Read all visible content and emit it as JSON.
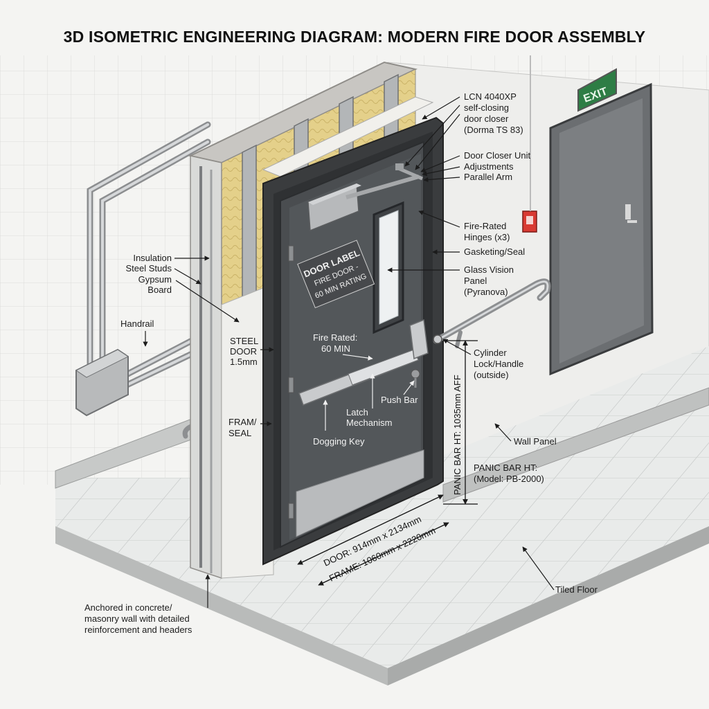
{
  "title": "3D ISOMETRIC ENGINEERING DIAGRAM: MODERN FIRE DOOR ASSEMBLY",
  "exit_sign": "EXIT",
  "door_label": [
    "DOOR LABEL",
    "FIRE DOOR -",
    "60 MIN RATING"
  ],
  "callouts": {
    "closer_model": [
      "LCN 4040XP",
      "self-closing",
      "door closer",
      "(Dorma TS 83)"
    ],
    "closer_unit": "Door Closer Unit",
    "adjustments": "Adjustments",
    "parallel_arm": "Parallel Arm",
    "hinges": [
      "Fire-Rated",
      "Hinges (x3)"
    ],
    "gasketing": "Gasketing/Seal",
    "vision_panel": [
      "Glass Vision",
      "Panel",
      "(Pyranova)"
    ],
    "insulation": "Insulation",
    "steel_studs": "Steel Studs",
    "gypsum": [
      "Gypsum",
      "Board"
    ],
    "handrail": "Handrail",
    "steel_door": [
      "STEEL",
      "DOOR",
      "1.5mm"
    ],
    "fire_rated": [
      "Fire Rated:",
      "60 MIN"
    ],
    "cylinder": [
      "Cylinder",
      "Lock/Handle",
      "(outside)"
    ],
    "push_bar": "Push Bar",
    "latch": [
      "Latch",
      "Mechanism"
    ],
    "frame_seal": [
      "FRAM/",
      "SEAL"
    ],
    "dogging_key": "Dogging Key",
    "panic_height": "PANIC BAR HT: 1035mm AFF",
    "wall_panel": "Wall Panel",
    "panic_model": [
      "PANIC BAR HT:",
      "(Model: PB-2000)"
    ],
    "door_size": "DOOR: 914mm x 2134mm",
    "frame_size": "FRAME: 1060mm x 2220mm",
    "tiled_floor": "Tiled Floor",
    "anchor_note": [
      "Anchored in concrete/",
      "masonry wall with detailed",
      "reinforcement and headers"
    ]
  },
  "colors": {
    "door": "#4a4d50",
    "frame": "#3a3c3e",
    "insulation": "#e2cf86",
    "floor": "#e9ebea",
    "exit_green": "#3aa55c",
    "alarm_red": "#d83a32"
  }
}
